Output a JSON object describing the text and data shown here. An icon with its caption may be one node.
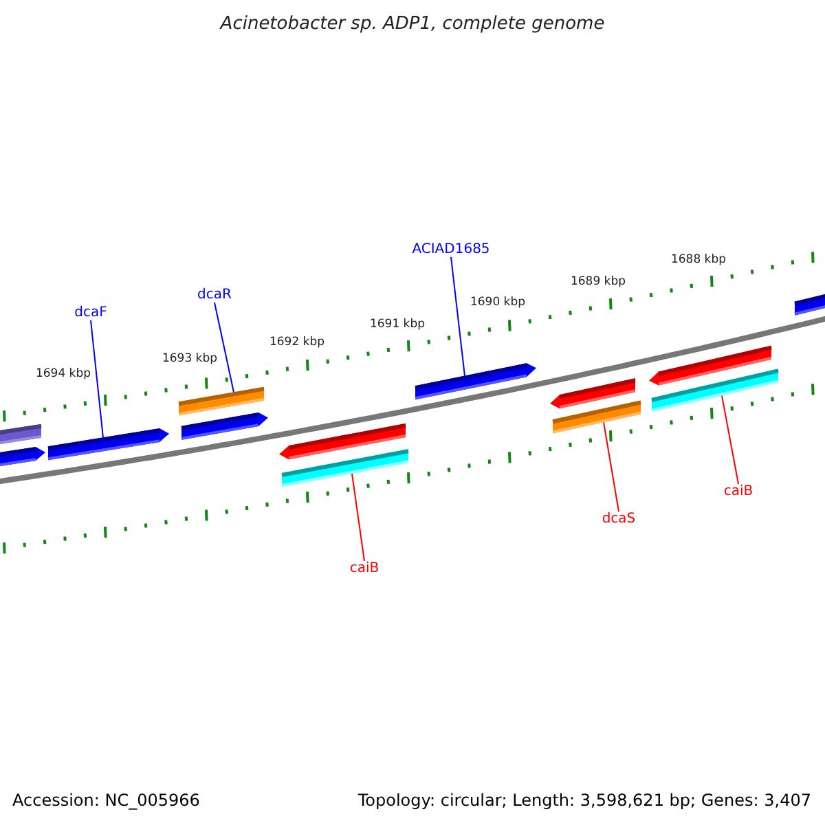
{
  "diagram": {
    "title": "Acinetobacter sp. ADP1, complete genome",
    "nodes": [
      {
        "text": [
          "ACIAD1685"
        ]
      },
      {
        "text": [
          "dcaR"
        ]
      },
      {
        "text": [
          "dcaF"
        ]
      },
      {
        "text": [],
        "shape": "arrow"
      },
      {
        "text": [],
        "shape": "bar"
      },
      {
        "text": [],
        "shape": "arrow"
      },
      {
        "text": [],
        "shape": "bar"
      },
      {
        "text": [],
        "shape": "bar"
      },
      {
        "text": [],
        "shape": "bar"
      },
      {
        "text": [
          "caiB"
        ]
      },
      {
        "text": [
          "dcaS"
        ]
      },
      {
        "text": [
          "caiB"
        ]
      }
    ],
    "edges": [
      {
        "from": 0,
        "to": 3,
        "arrow": "none",
        "color": "#0000ff"
      },
      {
        "from": 1,
        "to": 4,
        "arrow": "none",
        "color": "#0000ff"
      },
      {
        "from": 2,
        "to": 5,
        "arrow": "none",
        "color": "#0000ff"
      },
      {
        "from": 9,
        "to": 6,
        "arrow": "none",
        "color": "#ff0000"
      },
      {
        "from": 10,
        "to": 7,
        "arrow": "none",
        "color": "#ff0000"
      },
      {
        "from": 11,
        "to": 8,
        "arrow": "none",
        "color": "#ff0000"
      }
    ],
    "labels": [
      "1688 kbp",
      "1689 kbp",
      "1690 kbp",
      "1691 kbp",
      "1692 kbp",
      "1693 kbp",
      "1694 kbp",
      "Accession: NC_005966",
      "Topology: circular; Length: 3,598,621 bp; Genes: 3,407"
    ]
  }
}
